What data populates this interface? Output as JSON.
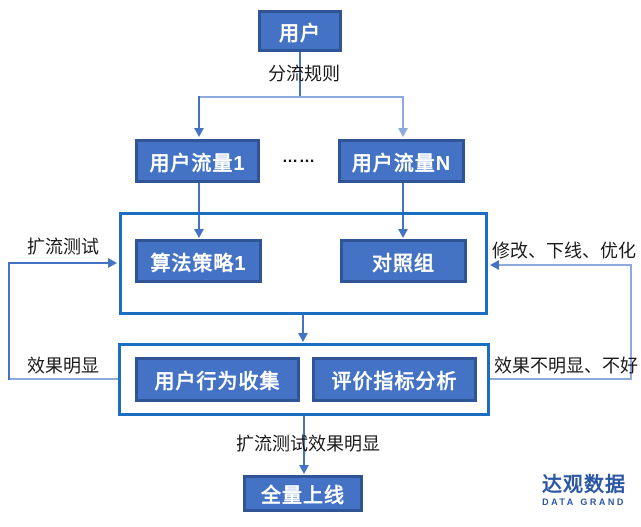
{
  "diagram": {
    "nodes": {
      "user": "用户",
      "flow1": "用户流量1",
      "flowN": "用户流量N",
      "algo1": "算法策略1",
      "control": "对照组",
      "behavior": "用户行为收集",
      "metrics": "评价指标分析",
      "launch": "全量上线"
    },
    "labels": {
      "split_rule": "分流规则",
      "ellipsis": "……",
      "expand_test": "扩流测试",
      "modify_offline_optimize": "修改、下线、优化",
      "effect_obvious": "效果明显",
      "effect_not_obvious": "效果不明显、不好",
      "expand_test_effect_obvious": "扩流测试效果明显"
    },
    "colors": {
      "node_fill": "#4472C4",
      "node_border": "#2F5597",
      "node_text": "#FFFFFF",
      "container_border": "#1B6EC2",
      "connector_dark": "#4472C4",
      "connector_light": "#8EA9DB",
      "label_text": "#1A1A1A",
      "logo_blue": "#2B57A5"
    }
  },
  "logo": {
    "title": "达观数据",
    "subtitle": "DATA GRAND"
  }
}
